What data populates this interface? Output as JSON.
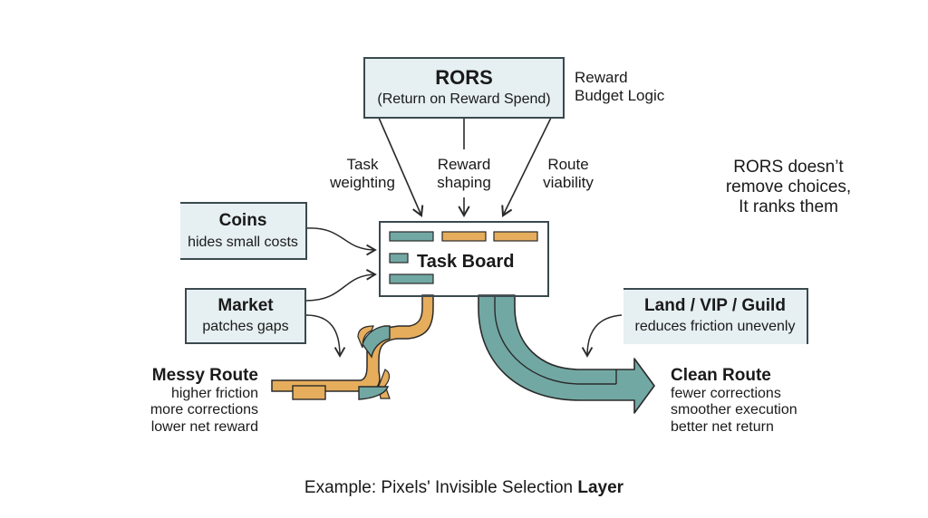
{
  "rors_box": {
    "title": "RORS",
    "subtitle": "(Return on Reward Spend)",
    "side_note_line1": "Reward",
    "side_note_line2": "Budget Logic"
  },
  "arrow_labels": {
    "task_weighting_line1": "Task",
    "task_weighting_line2": "weighting",
    "reward_shaping_line1": "Reward",
    "reward_shaping_line2": "shaping",
    "route_viability_line1": "Route",
    "route_viability_line2": "viability"
  },
  "quote": {
    "line1": "RORS doesn’t",
    "line2": "remove choices,",
    "line3": "It ranks them"
  },
  "coins_box": {
    "title": "Coins",
    "subtitle": "hides small costs"
  },
  "market_box": {
    "title": "Market",
    "subtitle": "patches gaps"
  },
  "task_board": {
    "title": "Task Board"
  },
  "land_box": {
    "title": "Land / VIP / Guild",
    "subtitle": "reduces friction unevenly"
  },
  "messy_route": {
    "title": "Messy Route",
    "lines": [
      "higher friction",
      "more corrections",
      "lower net reward"
    ]
  },
  "clean_route": {
    "title": "Clean Route",
    "lines": [
      "fewer corrections",
      "smoother execution",
      "better net return"
    ]
  },
  "caption": {
    "prefix": "Example: Pixels' Invisible Selection ",
    "emphasis": "Layer"
  },
  "colors": {
    "box_fill": "#e6eff2",
    "outline": "#3a4a4e",
    "teal": "#72a8a4",
    "orange": "#e6ad5c"
  }
}
